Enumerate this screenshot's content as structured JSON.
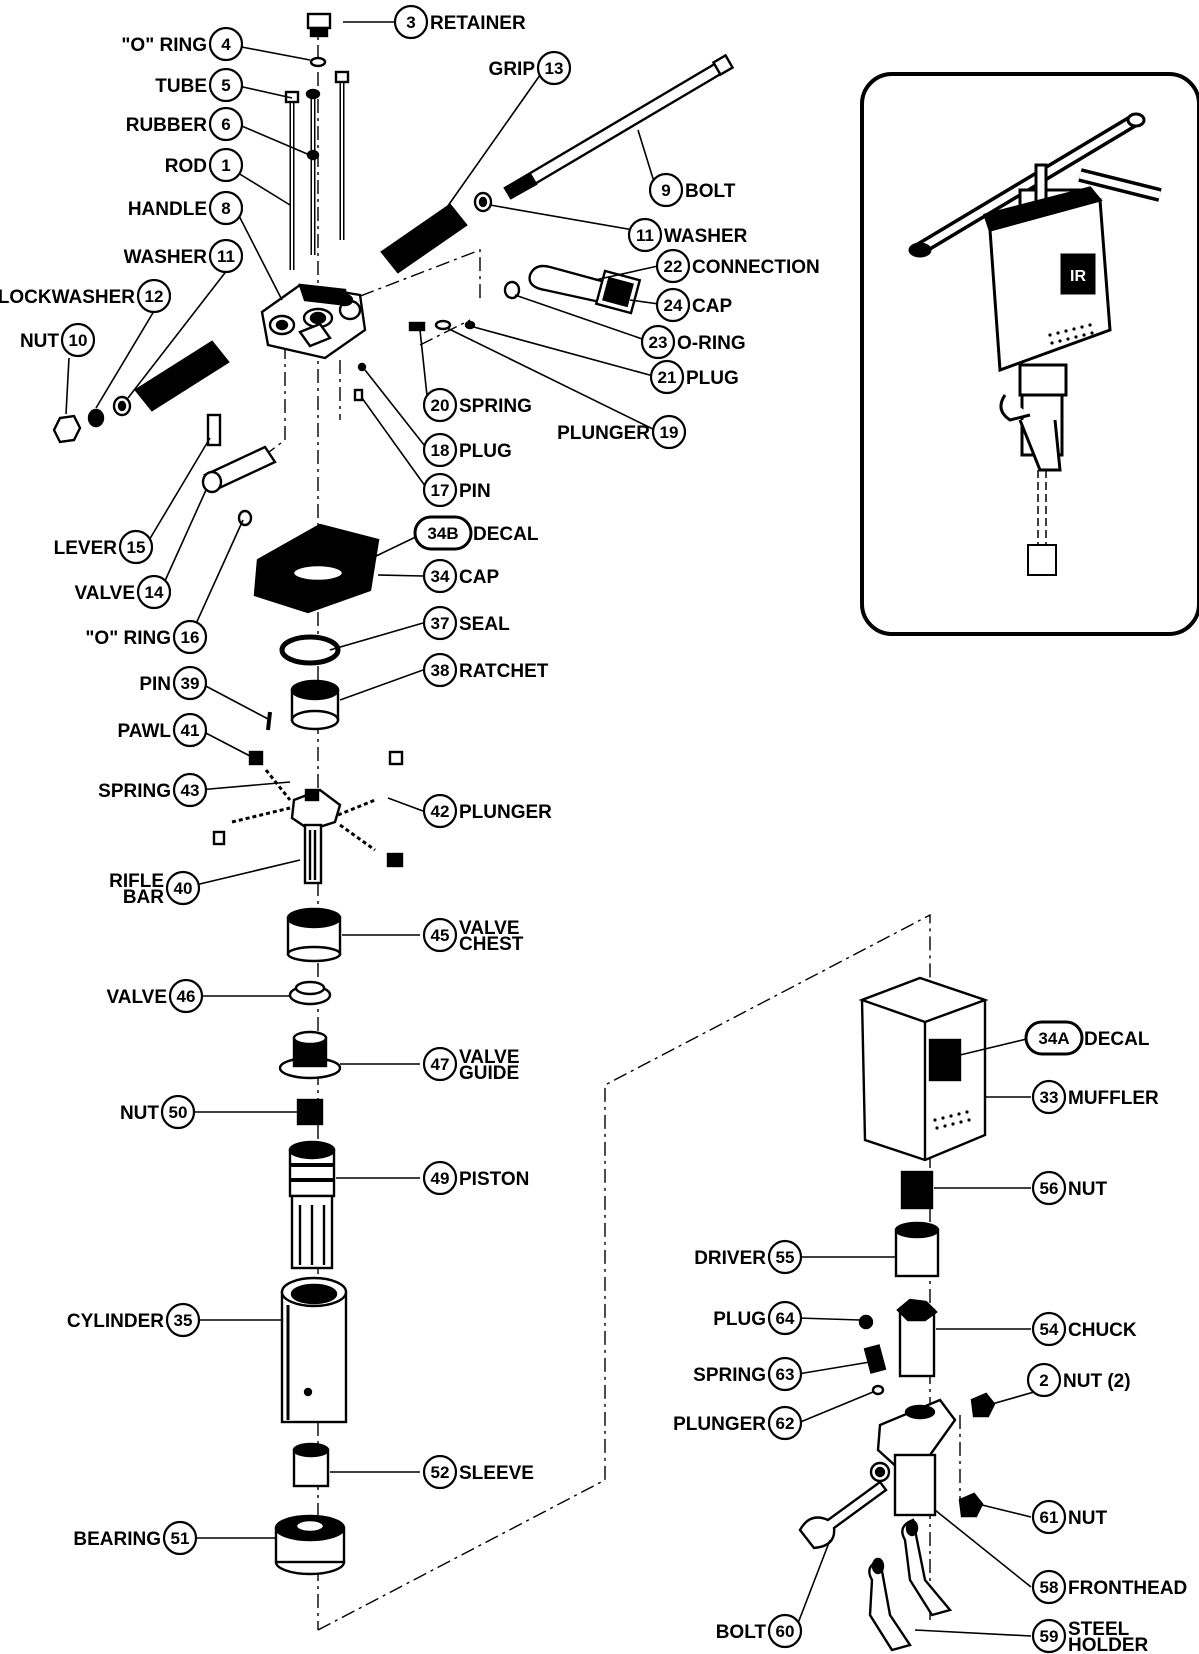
{
  "parts": [
    {
      "id": "retainer",
      "num": "3",
      "name": "RETAINER",
      "side": "right"
    },
    {
      "id": "o-ring-4",
      "num": "4",
      "name": "\"O\" RING",
      "side": "left"
    },
    {
      "id": "tube",
      "num": "5",
      "name": "TUBE",
      "side": "left"
    },
    {
      "id": "rubber",
      "num": "6",
      "name": "RUBBER",
      "side": "left"
    },
    {
      "id": "rod",
      "num": "1",
      "name": "ROD",
      "side": "left"
    },
    {
      "id": "handle",
      "num": "8",
      "name": "HANDLE",
      "side": "left"
    },
    {
      "id": "washer-11-left",
      "num": "11",
      "name": "WASHER",
      "side": "left"
    },
    {
      "id": "lockwasher",
      "num": "12",
      "name": "LOCKWASHER",
      "side": "left"
    },
    {
      "id": "nut-10",
      "num": "10",
      "name": "NUT",
      "side": "left"
    },
    {
      "id": "grip",
      "num": "13",
      "name": "GRIP",
      "side": "left"
    },
    {
      "id": "bolt-9",
      "num": "9",
      "name": "BOLT",
      "side": "right"
    },
    {
      "id": "washer-11-right",
      "num": "11",
      "name": "WASHER",
      "side": "right"
    },
    {
      "id": "connection",
      "num": "22",
      "name": "CONNECTION",
      "side": "right"
    },
    {
      "id": "cap-24",
      "num": "24",
      "name": "CAP",
      "side": "right"
    },
    {
      "id": "o-ring-23",
      "num": "23",
      "name": "O-RING",
      "side": "right"
    },
    {
      "id": "plug-21",
      "num": "21",
      "name": "PLUG",
      "side": "right"
    },
    {
      "id": "spring-20",
      "num": "20",
      "name": "SPRING",
      "side": "right"
    },
    {
      "id": "plunger-19",
      "num": "19",
      "name": "PLUNGER",
      "side": "left"
    },
    {
      "id": "plug-18",
      "num": "18",
      "name": "PLUG",
      "side": "right"
    },
    {
      "id": "pin-17",
      "num": "17",
      "name": "PIN",
      "side": "right"
    },
    {
      "id": "lever",
      "num": "15",
      "name": "LEVER",
      "side": "left"
    },
    {
      "id": "valve-14",
      "num": "14",
      "name": "VALVE",
      "side": "left"
    },
    {
      "id": "o-ring-16",
      "num": "16",
      "name": "\"O\" RING",
      "side": "left"
    },
    {
      "id": "decal-34b",
      "num": "34B",
      "name": "DECAL",
      "side": "right"
    },
    {
      "id": "cap-34",
      "num": "34",
      "name": "CAP",
      "side": "right"
    },
    {
      "id": "seal",
      "num": "37",
      "name": "SEAL",
      "side": "right"
    },
    {
      "id": "ratchet",
      "num": "38",
      "name": "RATCHET",
      "side": "right"
    },
    {
      "id": "pin-39",
      "num": "39",
      "name": "PIN",
      "side": "left"
    },
    {
      "id": "pawl",
      "num": "41",
      "name": "PAWL",
      "side": "left"
    },
    {
      "id": "spring-43",
      "num": "43",
      "name": "SPRING",
      "side": "left"
    },
    {
      "id": "plunger-42",
      "num": "42",
      "name": "PLUNGER",
      "side": "right"
    },
    {
      "id": "rifle-bar",
      "num": "40",
      "name": "RIFLE\nBAR",
      "side": "left"
    },
    {
      "id": "valve-chest",
      "num": "45",
      "name": "VALVE\nCHEST",
      "side": "right"
    },
    {
      "id": "valve-46",
      "num": "46",
      "name": "VALVE",
      "side": "left"
    },
    {
      "id": "valve-guide",
      "num": "47",
      "name": "VALVE\nGUIDE",
      "side": "right"
    },
    {
      "id": "nut-50",
      "num": "50",
      "name": "NUT",
      "side": "left"
    },
    {
      "id": "piston",
      "num": "49",
      "name": "PISTON",
      "side": "right"
    },
    {
      "id": "cylinder",
      "num": "35",
      "name": "CYLINDER",
      "side": "left"
    },
    {
      "id": "sleeve",
      "num": "52",
      "name": "SLEEVE",
      "side": "right"
    },
    {
      "id": "bearing",
      "num": "51",
      "name": "BEARING",
      "side": "left"
    },
    {
      "id": "decal-34a",
      "num": "34A",
      "name": "DECAL",
      "side": "right"
    },
    {
      "id": "muffler",
      "num": "33",
      "name": "MUFFLER",
      "side": "right"
    },
    {
      "id": "nut-56",
      "num": "56",
      "name": "NUT",
      "side": "right"
    },
    {
      "id": "driver",
      "num": "55",
      "name": "DRIVER",
      "side": "left"
    },
    {
      "id": "plug-64",
      "num": "64",
      "name": "PLUG",
      "side": "left"
    },
    {
      "id": "chuck",
      "num": "54",
      "name": "CHUCK",
      "side": "right"
    },
    {
      "id": "spring-63",
      "num": "63",
      "name": "SPRING",
      "side": "left"
    },
    {
      "id": "nut-2",
      "num": "2",
      "name": "NUT (2)",
      "side": "right"
    },
    {
      "id": "plunger-62",
      "num": "62",
      "name": "PLUNGER",
      "side": "left"
    },
    {
      "id": "nut-61",
      "num": "61",
      "name": "NUT",
      "side": "right"
    },
    {
      "id": "fronthead",
      "num": "58",
      "name": "FRONTHEAD",
      "side": "right"
    },
    {
      "id": "bolt-60",
      "num": "60",
      "name": "BOLT",
      "side": "left"
    },
    {
      "id": "steel-holder",
      "num": "59",
      "name": "STEEL\nHOLDER",
      "side": "right"
    }
  ],
  "inset_logo": "IR"
}
